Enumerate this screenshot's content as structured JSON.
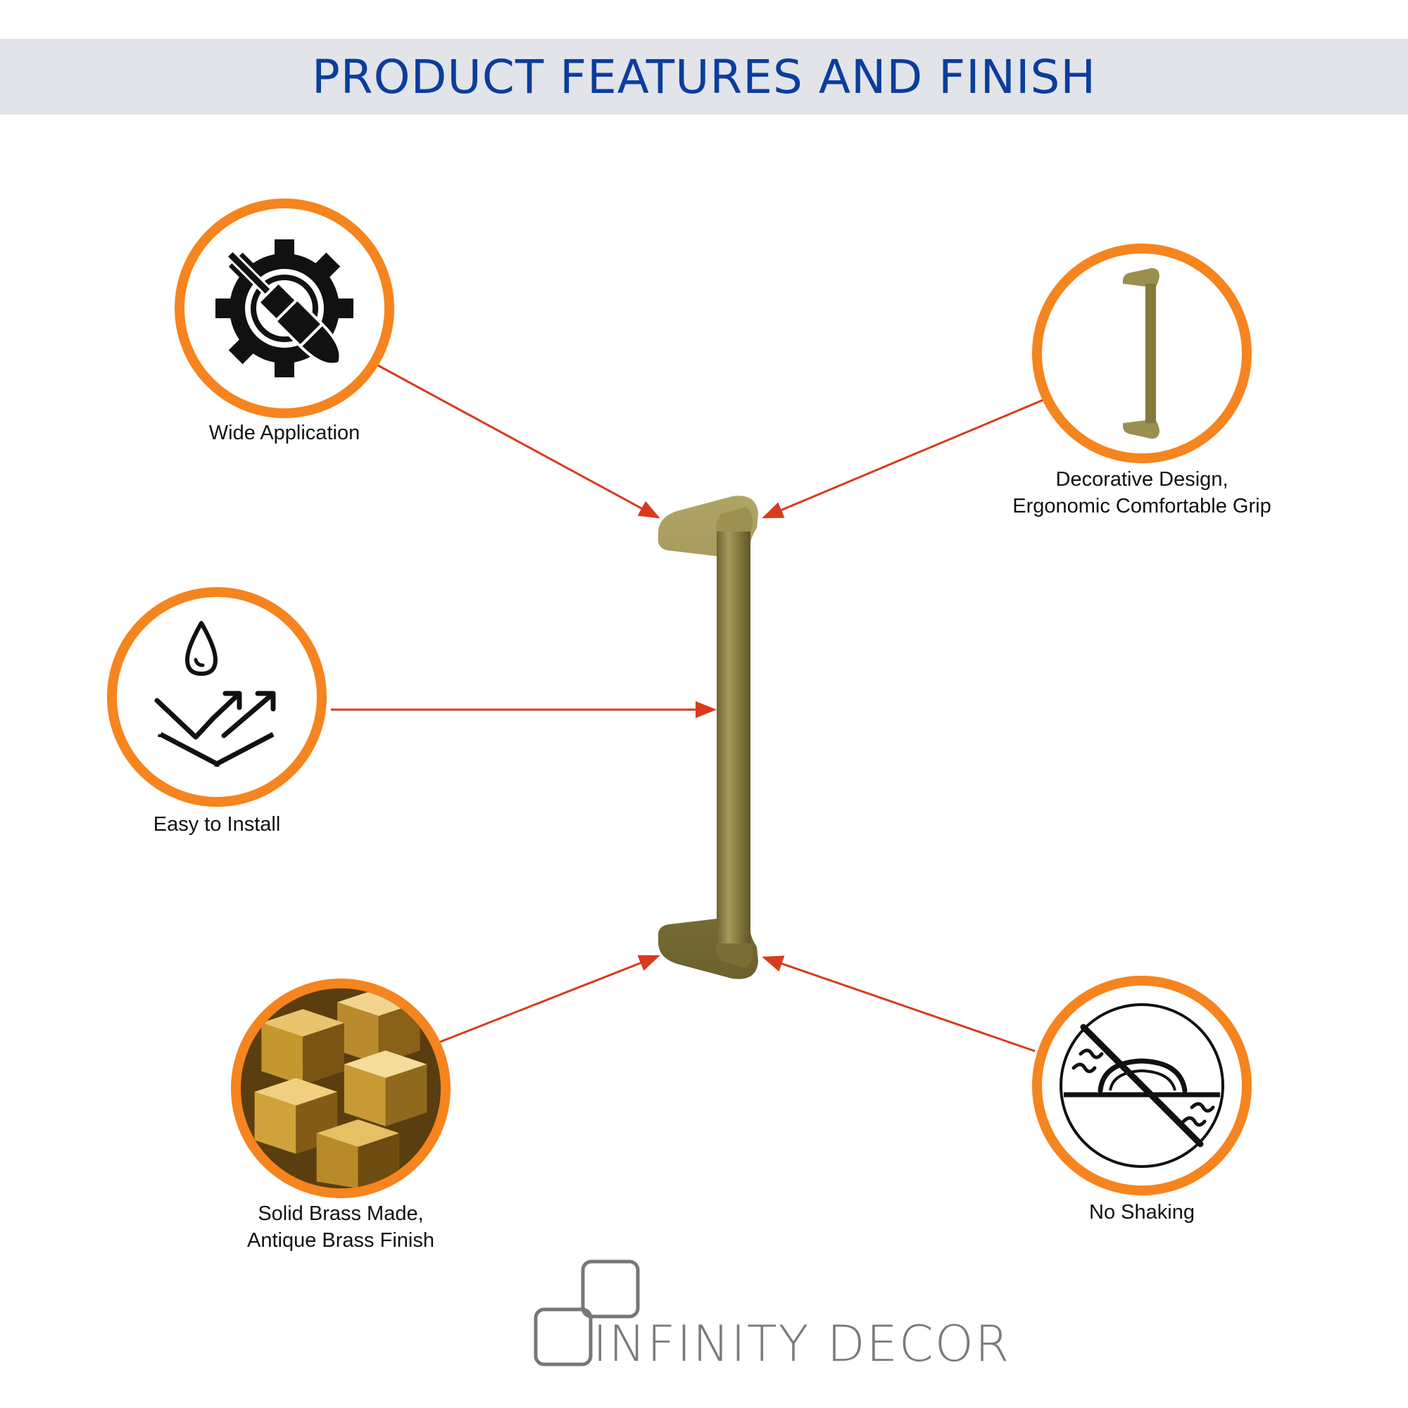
{
  "header": {
    "title": "PRODUCT FEATURES AND FINISH"
  },
  "features": [
    {
      "id": "wide",
      "icon": "gear-screwdriver-icon",
      "label_lines": [
        "Wide Application"
      ]
    },
    {
      "id": "decorative",
      "icon": "handle-icon",
      "label_lines": [
        "Decorative Design,",
        "Ergonomic Comfortable Grip"
      ]
    },
    {
      "id": "install",
      "icon": "water-resistant-surface-icon",
      "label_lines": [
        "Easy to Install"
      ]
    },
    {
      "id": "brass",
      "icon": "brass-cubes-image",
      "label_lines": [
        "Solid Brass Made,",
        "Antique Brass Finish"
      ]
    },
    {
      "id": "shaking",
      "icon": "no-shaking-icon",
      "label_lines": [
        "No Shaking"
      ]
    }
  ],
  "brand": {
    "name": "INFINITY DECOR"
  },
  "colors": {
    "ring": "#f6841f",
    "arrow": "#d93a1e",
    "title": "#0b3d9c",
    "banner": "#e2e4e9",
    "brass": "#8f8443"
  }
}
